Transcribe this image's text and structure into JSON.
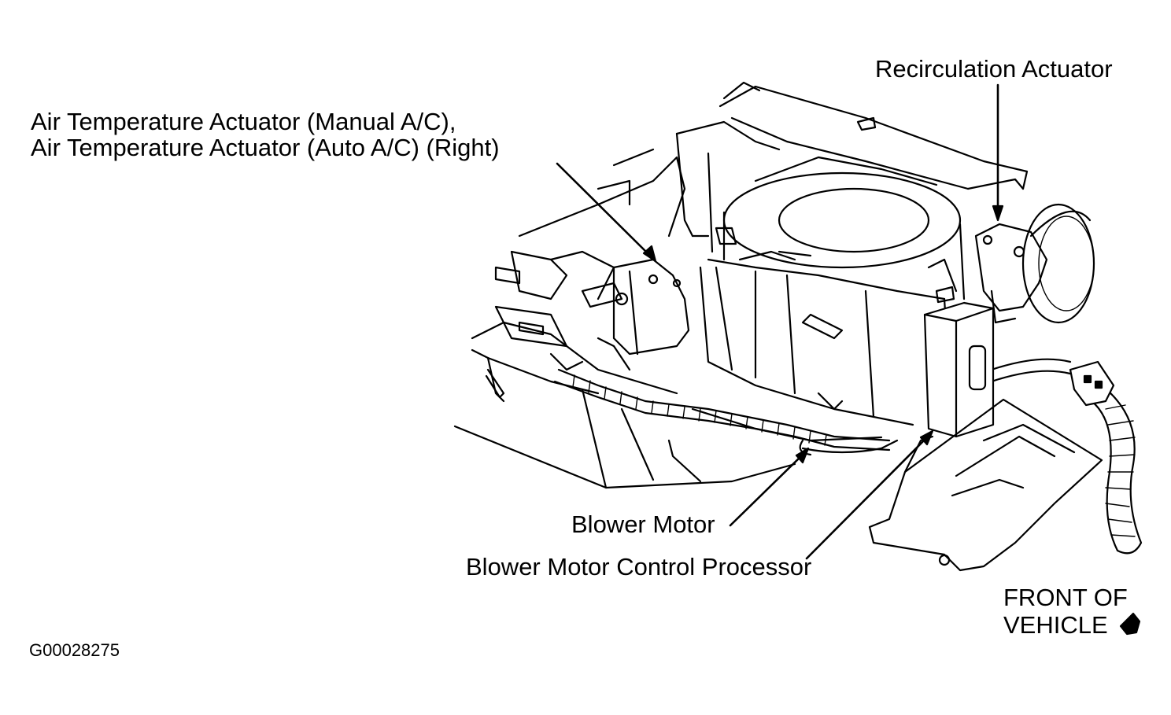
{
  "callouts": {
    "recirculation_actuator": "Recirculation Actuator",
    "air_temp_actuator_line1": "Air Temperature Actuator (Manual A/C),",
    "air_temp_actuator_line2": "Air Temperature Actuator (Auto A/C) (Right)",
    "blower_motor": "Blower Motor",
    "blower_motor_control_processor": "Blower Motor Control Processor",
    "front_of_vehicle_line1": "FRONT OF",
    "front_of_vehicle_line2": "VEHICLE"
  },
  "figure_id": "G00028275",
  "icons": {
    "front_arrow": "direction-arrow-icon"
  }
}
